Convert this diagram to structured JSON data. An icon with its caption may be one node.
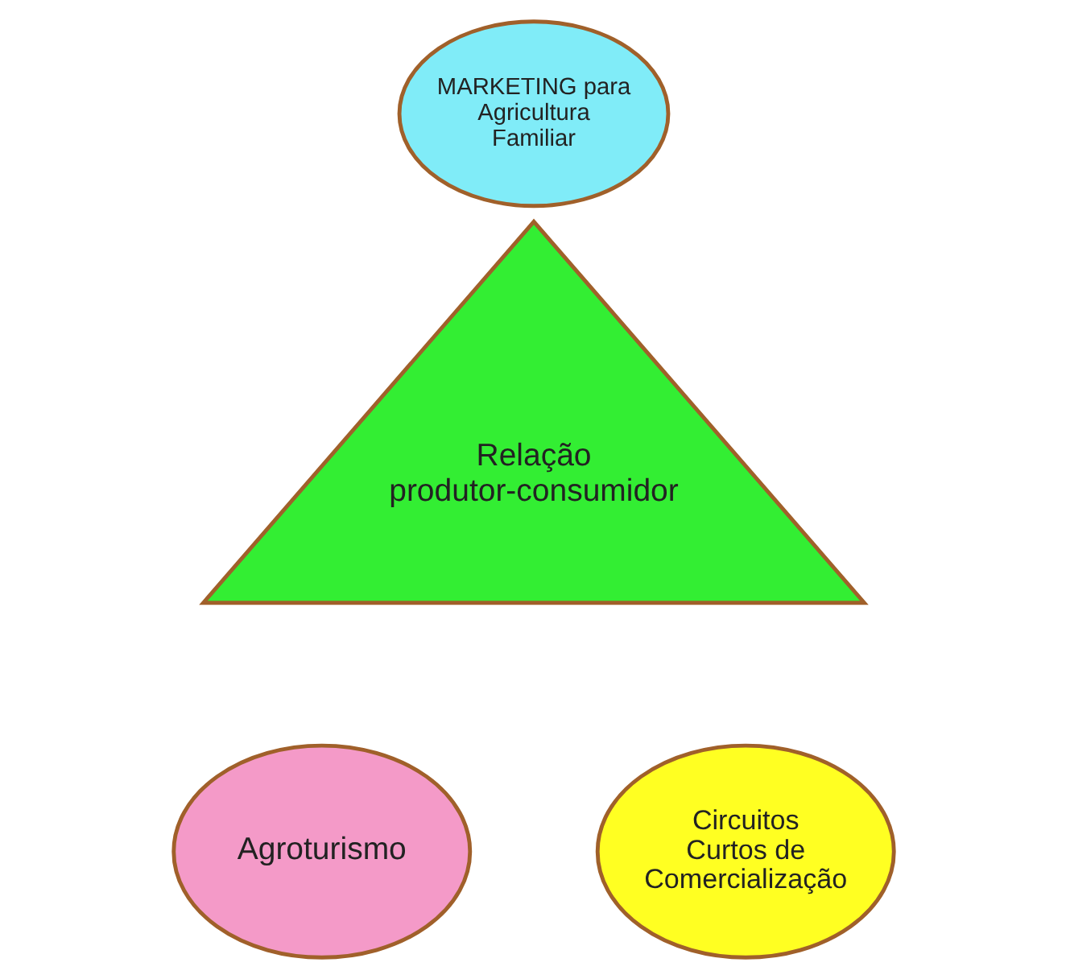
{
  "diagram": {
    "nodes": [
      {
        "text": [
          "MARKETING para Agricultura Familiar"
        ]
      },
      {
        "text": [
          "Relação produtor-consumidor"
        ]
      },
      {
        "text": [
          "Agroturismo"
        ]
      },
      {
        "text": [
          "Circuitos Curtos de Comercialização"
        ]
      }
    ]
  }
}
